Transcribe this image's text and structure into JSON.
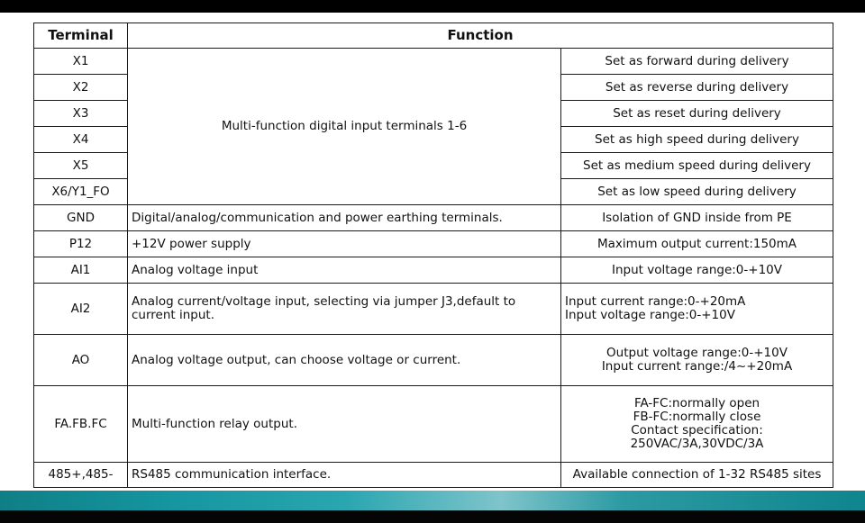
{
  "headers": {
    "terminal": "Terminal",
    "function": "Function"
  },
  "digital_group": {
    "function": "Multi-function digital input terminals 1-6",
    "rows": [
      {
        "terminal": "X1",
        "note": "Set as forward during delivery"
      },
      {
        "terminal": "X2",
        "note": "Set as reverse during delivery"
      },
      {
        "terminal": "X3",
        "note": "Set as reset during delivery"
      },
      {
        "terminal": "X4",
        "note": "Set as high speed during delivery"
      },
      {
        "terminal": "X5",
        "note": "Set as medium speed during delivery"
      },
      {
        "terminal": "X6/Y1_FO",
        "note": "Set as low speed during delivery"
      }
    ]
  },
  "rows": {
    "gnd": {
      "terminal": "GND",
      "function": "Digital/analog/communication and power earthing terminals.",
      "note": "Isolation of GND inside from PE"
    },
    "p12": {
      "terminal": "P12",
      "function": "+12V power supply",
      "note": "Maximum output current:150mA"
    },
    "ai1": {
      "terminal": "AI1",
      "function": "Analog voltage input",
      "note": "Input voltage range:0-+10V"
    },
    "ai2": {
      "terminal": "AI2",
      "function": "Analog current/voltage input, selecting via jumper J3,default to\ncurrent input.",
      "note": "Input current range:0-+20mA\nInput voltage range:0-+10V"
    },
    "ao": {
      "terminal": "AO",
      "function": "Analog voltage output, can choose voltage or current.",
      "note": "Output voltage range:0-+10V\nInput current range:/4~+20mA"
    },
    "relay": {
      "terminal": "FA.FB.FC",
      "function": "Multi-function relay output.",
      "note": "FA-FC:normally open\nFB-FC:normally close\nContact specification:\n250VAC/3A,30VDC/3A"
    },
    "rs485": {
      "terminal": "485+,485-",
      "function": "RS485 communication interface.",
      "note": "Available connection of 1-32 RS485 sites"
    }
  },
  "colors": {
    "border": "#1a1a1a",
    "bottom_strip": "#1596a0",
    "bars": "#000000"
  }
}
